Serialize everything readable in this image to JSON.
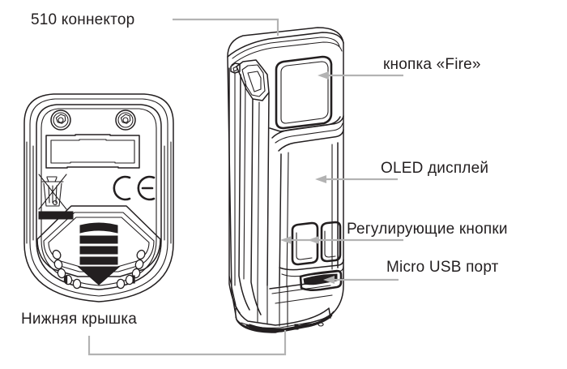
{
  "diagram": {
    "title": "Vape mod exploded callout diagram",
    "background_color": "#ffffff",
    "line_color": "#231f20",
    "leader_color": "#b3b3b3",
    "text_color": "#231f20",
    "callouts": [
      {
        "id": "connector-510",
        "label": "510 коннектор",
        "leader_style": "elbow-right-down",
        "points_to": "top of device / 510 threaded connector"
      },
      {
        "id": "fire-button",
        "label": "кнопка «Fire»",
        "leader_style": "arrow-left",
        "points_to": "large side fire button"
      },
      {
        "id": "oled-display",
        "label": "OLED дисплей",
        "leader_style": "arrow-left",
        "points_to": "front OLED display panel"
      },
      {
        "id": "adjustment-buttons",
        "label": "Регулирующие кнопки",
        "leader_style": "arrow-left-double",
        "points_to": "pair of plus / minus adjustment buttons"
      },
      {
        "id": "micro-usb-port",
        "label": "Micro USB порт",
        "leader_style": "arrow-left",
        "points_to": "micro usb charging port"
      },
      {
        "id": "bottom-cover",
        "label": "Нижняя крышка",
        "leader_style": "elbow-down-right-up",
        "points_to": "bottom battery cover"
      }
    ],
    "bottom_cover_markings": {
      "weee_symbol": "crossed-out-wheelie-bin-icon",
      "ce_mark": "CE",
      "black_bar": "solid-black-bar",
      "vent_slots": 4,
      "screw_count": 2,
      "hole_count_left": 5,
      "hole_count_right": 5
    }
  }
}
